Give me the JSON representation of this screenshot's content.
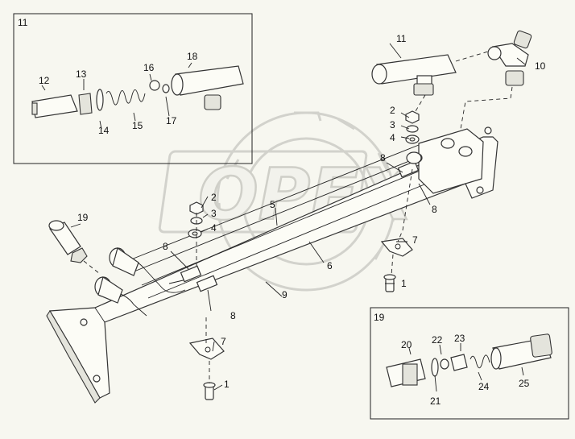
{
  "inset_a": {
    "title": "11"
  },
  "inset_b": {
    "title": "19"
  },
  "watermark": {
    "text": "OPEX"
  },
  "labels": [
    "1",
    "1",
    "2",
    "2",
    "3",
    "3",
    "4",
    "4",
    "5",
    "6",
    "7",
    "7",
    "8",
    "8",
    "8",
    "8",
    "9",
    "10",
    "11",
    "12",
    "13",
    "14",
    "15",
    "16",
    "17",
    "18",
    "19",
    "20",
    "21",
    "22",
    "23",
    "24",
    "25"
  ]
}
